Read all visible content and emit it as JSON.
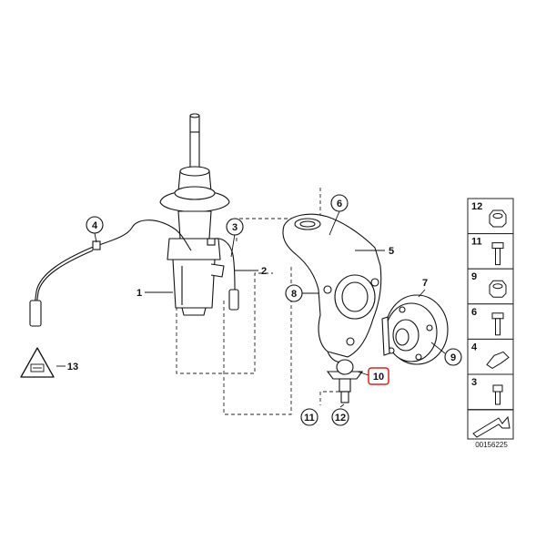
{
  "callouts": {
    "c1": "1",
    "c2": "2",
    "c3": "3",
    "c4": "4",
    "c5": "5",
    "c6": "6",
    "c7": "7",
    "c8": "8",
    "c9": "9",
    "c10": "10",
    "c11": "11",
    "c12": "12",
    "c13": "13"
  },
  "highlight_color": "#e0201c",
  "parts_list": [
    {
      "number": "12",
      "icon": "nut-icon"
    },
    {
      "number": "11",
      "icon": "bolt-icon"
    },
    {
      "number": "9",
      "icon": "nut-icon"
    },
    {
      "number": "6",
      "icon": "bolt-icon"
    },
    {
      "number": "4",
      "icon": "clip-icon"
    },
    {
      "number": "3",
      "icon": "screw-icon"
    }
  ],
  "diagram_ref": "00156225"
}
